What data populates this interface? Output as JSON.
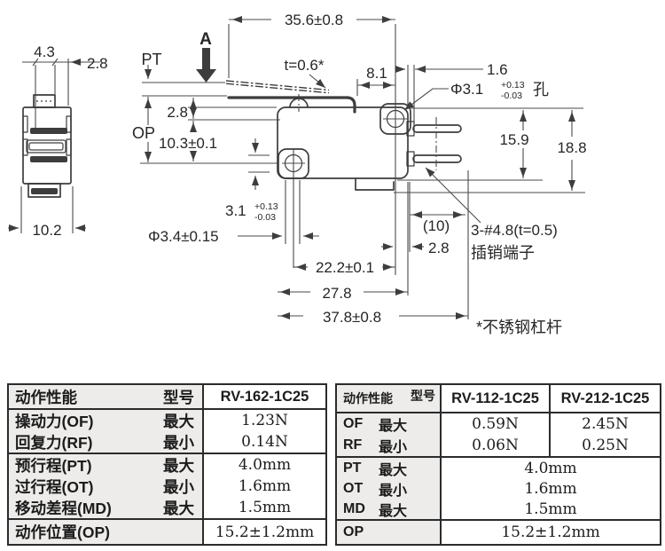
{
  "drawing": {
    "side_view": {
      "dim_plunger_width": "4.3",
      "dim_plunger_offset": "2.8",
      "dim_body_width": "10.2"
    },
    "labels": {
      "pt": "PT",
      "a_marker": "A",
      "op": "OP",
      "dim_lever_length": "35.6±0.8",
      "lever_thickness": "t=0.6*",
      "dim_8_1": "8.1",
      "dim_1_6": "1.6",
      "hole_dia_main": "Φ3.1",
      "hole_dia_plus": "+0.13",
      "hole_dia_minus": "-0.03",
      "hole_dia_suffix": "孔",
      "dim_2_8_top": "2.8",
      "dim_op_height": "10.3±0.1",
      "dim_15_9": "15.9",
      "dim_18_8": "18.8",
      "hole2_main": "3.1",
      "hole2_plus": "+0.13",
      "hole2_minus": "-0.03",
      "plunger_dia": "Φ3.4±0.15",
      "dim_10_ref": "(10)",
      "dim_2_8_bottom": "2.8",
      "terminal_note_line1": "3-#4.8(t=0.5)",
      "terminal_note_line2": "插销端子",
      "dim_22_2": "22.2±0.1",
      "dim_27_8": "27.8",
      "dim_37_8": "37.8±0.8",
      "footnote": "*不锈钢杠杆"
    }
  },
  "left_table": {
    "header_property": "动作性能",
    "header_model": "型号",
    "model": "RV-162-1C25",
    "rows": [
      {
        "label": "操动力(OF)",
        "cond": "最大",
        "value": "1.23N"
      },
      {
        "label": "回复力(RF)",
        "cond": "最小",
        "value": "0.14N"
      },
      {
        "label": "预行程(PT)",
        "cond": "最大",
        "value": "4.0mm"
      },
      {
        "label": "过行程(OT)",
        "cond": "最小",
        "value": "1.6mm"
      },
      {
        "label": "移动差程(MD)",
        "cond": "最大",
        "value": "1.5mm"
      },
      {
        "label": "动作位置(OP)",
        "cond": "",
        "value": "15.2±1.2mm"
      }
    ]
  },
  "right_table": {
    "header_property": "动作性能",
    "header_model": "型号",
    "models": [
      "RV-112-1C25",
      "RV-212-1C25"
    ],
    "rows": [
      {
        "label": "OF",
        "cond": "最大",
        "v1": "0.59N",
        "v2": "2.45N"
      },
      {
        "label": "RF",
        "cond": "最小",
        "v1": "0.06N",
        "v2": "0.25N"
      },
      {
        "label": "PT",
        "cond": "最大",
        "value": "4.0mm"
      },
      {
        "label": "OT",
        "cond": "最小",
        "value": "1.6mm"
      },
      {
        "label": "MD",
        "cond": "最大",
        "value": "1.5mm"
      },
      {
        "label": "OP",
        "cond": "",
        "value": "15.2±1.2mm"
      }
    ]
  }
}
